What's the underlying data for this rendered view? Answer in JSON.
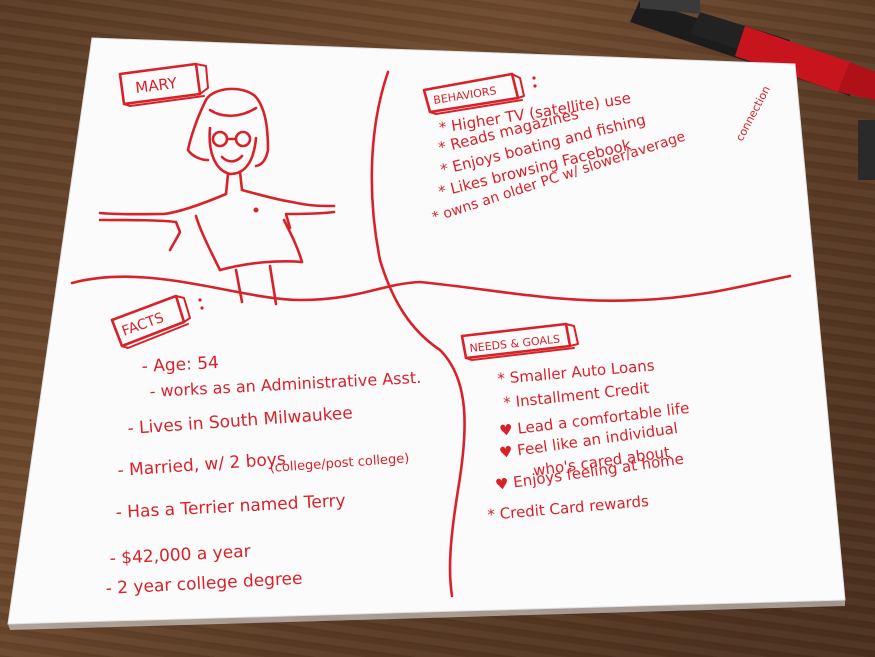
{
  "persona_name": "MARY",
  "sections": {
    "behaviors": {
      "title": "BEHAVIORS",
      "items": [
        "* Higher TV (satellite) use",
        "* Reads magazines",
        "* Enjoys boating and fishing",
        "* Likes browsing Facebook",
        "* owns an older PC w/ slower/average"
      ],
      "connection_note": "connection"
    },
    "facts": {
      "title": "FACTS",
      "items": [
        "- Age: 54",
        "- works as an Administrative Asst.",
        "- Lives in South Milwaukee",
        "- Married, w/ 2 boys",
        "(college/post college)",
        "- Has a Terrier named Terry",
        "- $42,000 a year",
        "- 2 year college degree"
      ]
    },
    "needs_goals": {
      "title": "NEEDS & GOALS",
      "items": [
        "* Smaller Auto Loans",
        "* Installment Credit",
        "♥ Lead a comfortable life",
        "♥ Feel like an individual",
        "who's cared about",
        "♥ Enjoys feeling at home",
        "* Credit Card rewards"
      ]
    }
  },
  "colors": {
    "ink": "#d8222a",
    "paper": "#ffffff",
    "table": "#5a3b24"
  }
}
